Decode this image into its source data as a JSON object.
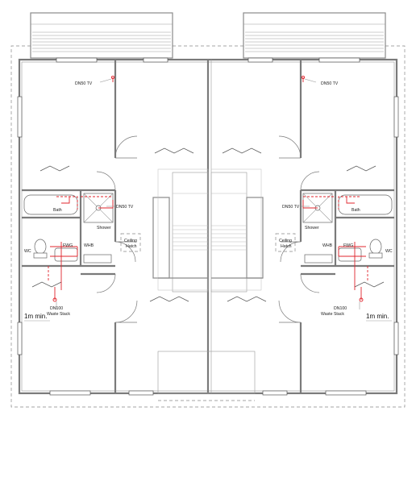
{
  "plan": {
    "labels": {
      "dn50_tv": "DN50 TV",
      "bath": "Bath",
      "shower": "Shower",
      "wc": "WC",
      "fwg": "FWG",
      "whb": "WHB",
      "ceiling_hatch_line1": "Ceiling",
      "ceiling_hatch_line2": "Hatch",
      "dn100_line1": "DN100",
      "dn100_line2": "Waste Stack",
      "clearance": "1m min."
    },
    "colors": {
      "wall": "#7a7a7a",
      "pipe": "#e0242c",
      "background": "#ffffff"
    }
  }
}
